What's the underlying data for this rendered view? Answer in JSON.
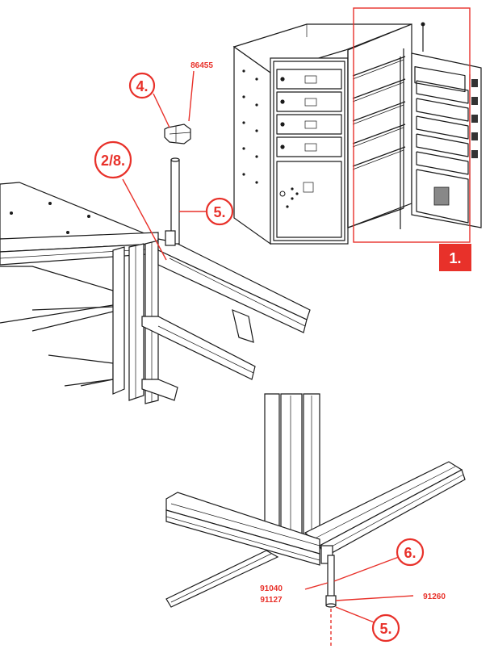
{
  "callouts": {
    "c1": "1.",
    "c4": "4.",
    "c28": "2/8.",
    "c5_top": "5.",
    "c6": "6.",
    "c5_bottom": "5."
  },
  "part_numbers": {
    "p_top": "86455",
    "p_left_a": "91040",
    "p_left_b": "91127",
    "p_right": "91260"
  },
  "colors": {
    "accent": "#e8312a",
    "ink": "#1a1a1a"
  }
}
